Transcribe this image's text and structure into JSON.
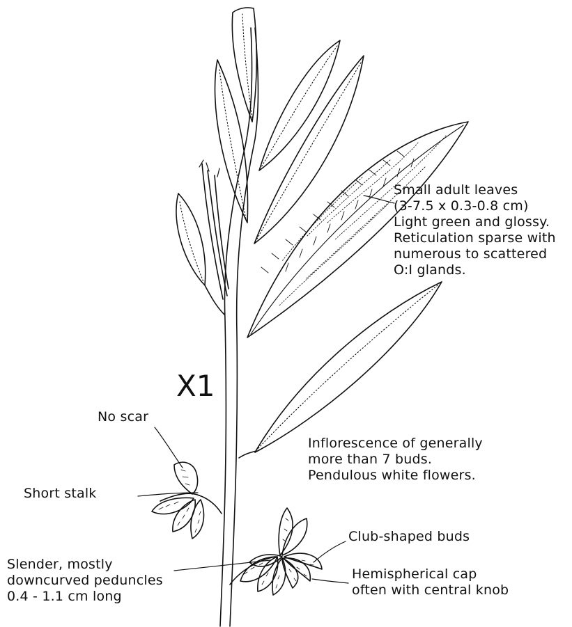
{
  "scale_label": "X1",
  "labels": {
    "adult_leaves": [
      "Small adult leaves",
      "(3-7.5 x 0.3-0.8 cm)",
      "Light green and glossy.",
      "Reticulation sparse with",
      "numerous to scattered",
      "O:I glands."
    ],
    "no_scar": "No scar",
    "short_stalk": "Short stalk",
    "inflorescence": [
      "Inflorescence of generally",
      "more than 7 buds.",
      "Pendulous white flowers."
    ],
    "club_buds": "Club-shaped buds",
    "peduncles": [
      "Slender, mostly",
      "downcurved peduncles",
      "0.4 - 1.1 cm long"
    ],
    "cap": [
      "Hemispherical cap",
      "often with central knob"
    ]
  },
  "colors": {
    "ink": "#111111",
    "paper": "#ffffff"
  }
}
